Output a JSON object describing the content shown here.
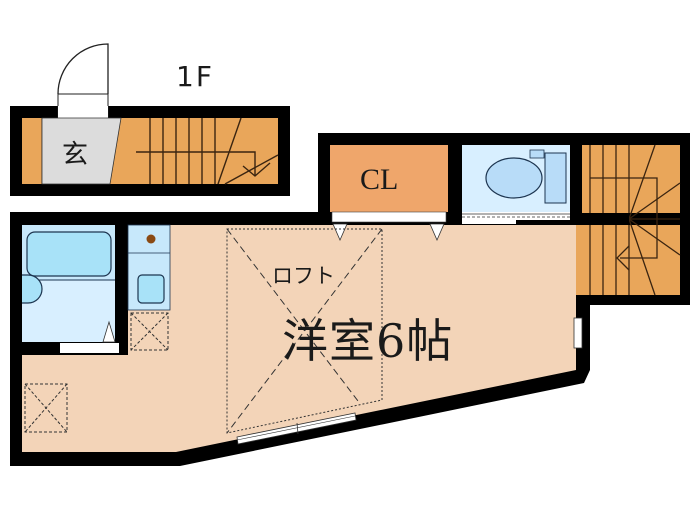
{
  "floor_plan": {
    "floor_label": "1F",
    "rooms": {
      "entrance": {
        "label": "玄"
      },
      "closet": {
        "label": "CL"
      },
      "loft": {
        "label": "ロフト"
      },
      "main_room": {
        "label": "洋室6帖"
      }
    },
    "colors": {
      "wall": "#000000",
      "stairs": "#e9a65a",
      "closet": "#efa66b",
      "entrance_floor": "#dcdcdc",
      "room_floor": "#f3d4b8",
      "wet_area": "#d8efff",
      "fixture": "#a8e2f8",
      "toilet_fixture": "#b8dcf8"
    }
  }
}
